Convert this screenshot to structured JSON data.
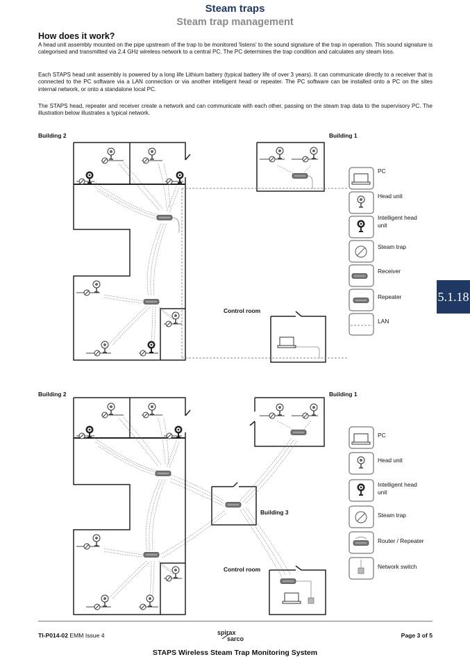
{
  "header": {
    "title": "Steam traps",
    "subtitle": "Steam trap management"
  },
  "section": {
    "heading": "How does it work?",
    "paragraphs": [
      "A head unit assembly mounted on the pipe upstream of the trap to be monitored 'listens' to the sound signature of the trap in operation. This sound signature is categorised and transmitted via 2.4 GHz wireless network to a central PC. The PC determines the trap condition and calculates any steam loss.",
      "Each STAPS head unit assembly is powered by a long life Lithium battery (typical battery life of over 3 years). It can communicate directly to a receiver that is connected to the PC software via a LAN connection or via another intelligent head or repeater. The PC software can be installed onto a PC on the sites internal network, or onto a standalone local PC.",
      "The STAPS head, repeater and receiver create a network and can communicate with each other, passing on the steam trap data to the supervisory PC. The illustration below illustrates a typical network."
    ]
  },
  "diagram1": {
    "building2": "Building 2",
    "building1": "Building 1",
    "control_room": "Control room",
    "legend": [
      "PC",
      "Head unit",
      "Intelligent head unit",
      "Steam trap",
      "Receiver",
      "Repeater",
      "LAN"
    ]
  },
  "diagram2": {
    "building2": "Building 2",
    "building1": "Building 1",
    "building3": "Building 3",
    "control_room": "Control room",
    "legend": [
      "PC",
      "Head unit",
      "Intelligent head unit",
      "Steam trap",
      "Router / Repeater",
      "Network switch"
    ]
  },
  "side_tab": "5.1.18",
  "footer": {
    "doc_code": "TI-P014-02",
    "issue": "EMM Issue 4",
    "logo_top": "spirax",
    "logo_bottom": "sarco",
    "page": "Page 3 of 5",
    "product": "STAPS Wireless Steam Trap Monitoring System"
  },
  "colors": {
    "title": "#1f3864",
    "subtitle": "#8a8a8a",
    "tab": "#1f3864"
  }
}
